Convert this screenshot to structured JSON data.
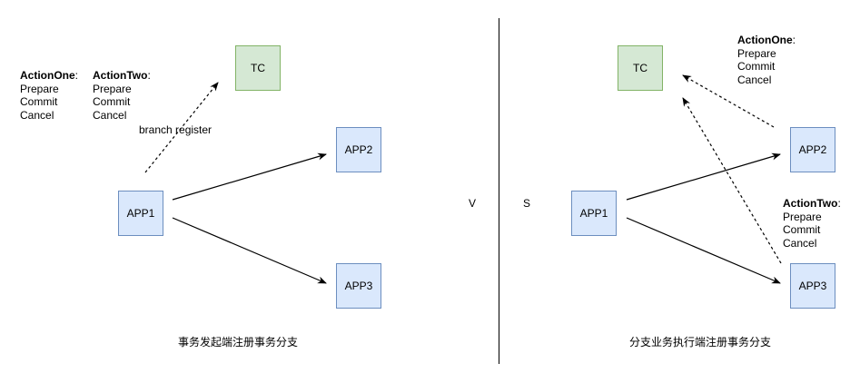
{
  "left": {
    "tc": "TC",
    "app1": "APP1",
    "app2": "APP2",
    "app3": "APP3",
    "edge_label": "branch register",
    "action_one": {
      "title": "ActionOne",
      "lines": [
        "Prepare",
        "Commit",
        "Cancel"
      ]
    },
    "action_two": {
      "title": "ActionTwo",
      "lines": [
        "Prepare",
        "Commit",
        "Cancel"
      ]
    },
    "caption": "事务发起端注册事务分支"
  },
  "middle": {
    "v": "V",
    "s": "S"
  },
  "right": {
    "tc": "TC",
    "app1": "APP1",
    "app2": "APP2",
    "app3": "APP3",
    "action_one": {
      "title": "ActionOne",
      "lines": [
        "Prepare",
        "Commit",
        "Cancel"
      ]
    },
    "action_two": {
      "title": "ActionTwo",
      "lines": [
        "Prepare",
        "Commit",
        "Cancel"
      ]
    },
    "caption": "分支业务执行端注册事务分支"
  }
}
